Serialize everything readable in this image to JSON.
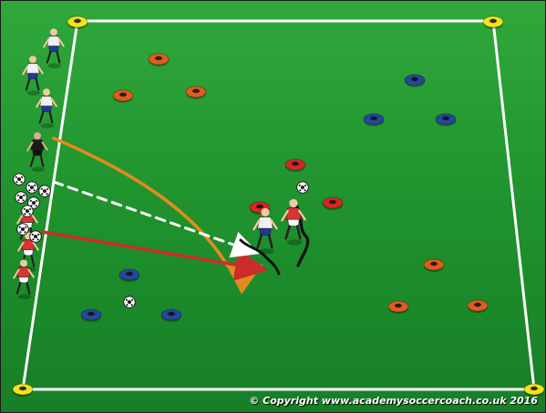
{
  "copyright": "© Copyright www.academysoccercoach.co.uk 2016",
  "colors": {
    "pitch_dark": "#158a2a",
    "pitch_light": "#31a63d",
    "line": "#ffffff",
    "corner_cone": "#f4e21a",
    "orange_cone": "#e25b1e",
    "blue_cone": "#25479b",
    "red_cone": "#d7262a",
    "red_team": "#d73434",
    "white_team": "#f0f0f0",
    "keeper": "#1b1b1b",
    "orange_pass": "#e48b1f",
    "red_pass": "#cb2d2d"
  },
  "counts": {
    "corner_cones": 4,
    "orange_cones": 6,
    "blue_cones": 6,
    "red_cones": 3,
    "balls": 10
  },
  "icons": [
    "cone-icon",
    "soccer-ball-icon",
    "player-icon",
    "pass-arrow-icon",
    "dribble-path-icon"
  ]
}
